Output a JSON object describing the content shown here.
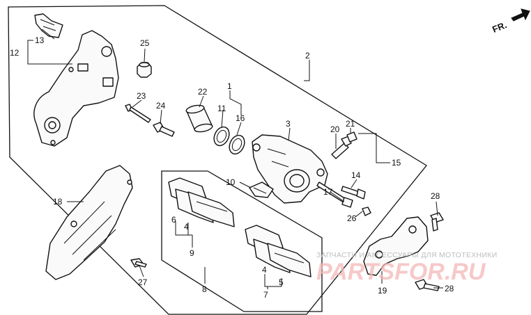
{
  "orientation": {
    "label": "FR.",
    "icon": "front-direction-arrow-icon"
  },
  "callouts": {
    "c1": "1",
    "c2": "2",
    "c3": "3",
    "c4a": "4",
    "c4b": "4",
    "c5": "5",
    "c6": "6",
    "c7": "7",
    "c8": "8",
    "c9": "9",
    "c10": "10",
    "c11": "11",
    "c12": "12",
    "c13": "13",
    "c14": "14",
    "c15": "15",
    "c16": "16",
    "c17": "17",
    "c18": "18",
    "c19": "19",
    "c20": "20",
    "c21": "21",
    "c22": "22",
    "c23": "23",
    "c24": "24",
    "c25": "25",
    "c26": "26",
    "c27": "27",
    "c28a": "28",
    "c28b": "28"
  },
  "watermark": {
    "caption": "ЗАПЧАСТИ И АКСЕССУАРЫ ДЛЯ МОТОТЕХНИКИ",
    "logo_text": "PARTSFOR.RU",
    "color": "#e57373"
  }
}
